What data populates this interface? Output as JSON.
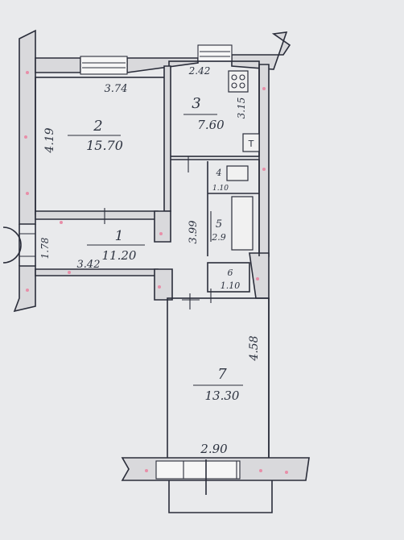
{
  "rooms": [
    {
      "number": "2",
      "area": "15.70"
    },
    {
      "number": "3",
      "area": "7.60"
    },
    {
      "number": "1",
      "area": "11.20"
    },
    {
      "number": "4",
      "area": "1.10"
    },
    {
      "number": "5",
      "area": "2.9"
    },
    {
      "number": "6",
      "area": "1.10"
    },
    {
      "number": "7",
      "area": "13.30"
    }
  ],
  "dimensions": {
    "room2_width": "3.74",
    "room2_height": "4.19",
    "room3_width": "2.42",
    "room3_height": "3.15",
    "corridor_height": "3.99",
    "entrance_width": "1.78",
    "hall_width": "3.42",
    "room7_height": "4.58",
    "room7_width": "2.90"
  },
  "fixtures": {
    "stove_mark": "⊞",
    "tub_mark": "T"
  }
}
